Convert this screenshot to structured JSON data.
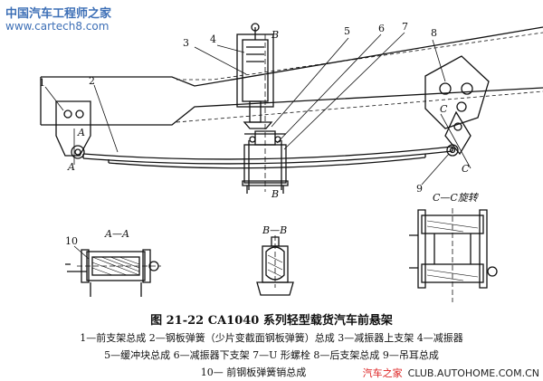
{
  "watermark": {
    "site_name": "中国汽车工程师之家",
    "site_url": "www.cartech8.com"
  },
  "figure": {
    "title": "图 21-22   CA1040 系列轻型载货汽车前悬架",
    "legend_line1": "1—前支架总成  2—钢板弹簧（少片变截面钢板弹簧）总成  3—减振器上支架  4—减振器",
    "legend_line2": "5—缓冲块总成  6—减振器下支架  7—U 形螺栓  8—后支架总成  9—吊耳总成",
    "legend_line3": "10— 前钢板弹簧销总成"
  },
  "callouts": [
    "1",
    "2",
    "3",
    "4",
    "5",
    "6",
    "7",
    "8",
    "9",
    "10"
  ],
  "section_labels": {
    "aa_section": "A—A",
    "bb_section": "B—B",
    "cc_section": "C—C旋转",
    "a_top": "A",
    "a_bottom": "A",
    "b_top": "B",
    "b_bottom": "B",
    "c_top": "C",
    "c_bottom": "C"
  },
  "credit": {
    "source_cn": "汽车之家",
    "source_url": "CLUB.AUTOHOME.COM.CN"
  },
  "colors": {
    "ink": "#111111",
    "watermark": "#3d6fb6",
    "credit_accent": "#dd2222"
  }
}
